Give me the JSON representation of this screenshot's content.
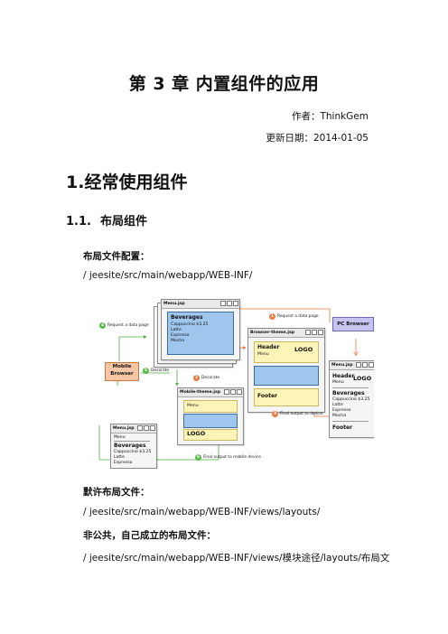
{
  "doc": {
    "title": "第 3 章  内置组件的应用",
    "author": "作者：ThinkGem",
    "updated": "更新日期：2014-01-05",
    "h1": "1.经常使用组件",
    "h2_num": "1.1.",
    "h2_text": "布局组件",
    "p1": "布局文件配置：",
    "p2": "/ jeesite/src/main/webapp/WEB-INF/",
    "p3": "默许布局文件：",
    "p4": "/ jeesite/src/main/webapp/WEB-INF/views/layouts/",
    "p5": "非公共，自己成立的布局文件：",
    "p6": "/  jeesite/src/main/webapp/WEB-INF/views/模块途径/layouts/布局文"
  },
  "diagram": {
    "menu_jsp": "Menu.jsp",
    "beverages": "Beverages",
    "cappuccino": "Cappuccino $3.25",
    "latte": "Latte",
    "espresso": "Espresso",
    "mocha": "Mocha",
    "browser_theme": "Browser-theme.jsp",
    "mobile_theme": "Mobile-theme.jsp",
    "header": "Header",
    "menu": "Menu",
    "logo": "LOGO",
    "footer": "Footer",
    "pc_browser": "PC Browser",
    "mobile_browser_1": "Mobile",
    "mobile_browser_2": "Browser",
    "step1": "1",
    "step1_text": "Request a data page",
    "step2": "2",
    "step2_text": "Decorate",
    "step3": "3",
    "step3_text": "Final output to device",
    "step4": "4",
    "step4_text": "Request a data page",
    "step5": "5",
    "step5_text": "Decorate",
    "step6": "6",
    "step6_text": "Final output to mobile device"
  }
}
